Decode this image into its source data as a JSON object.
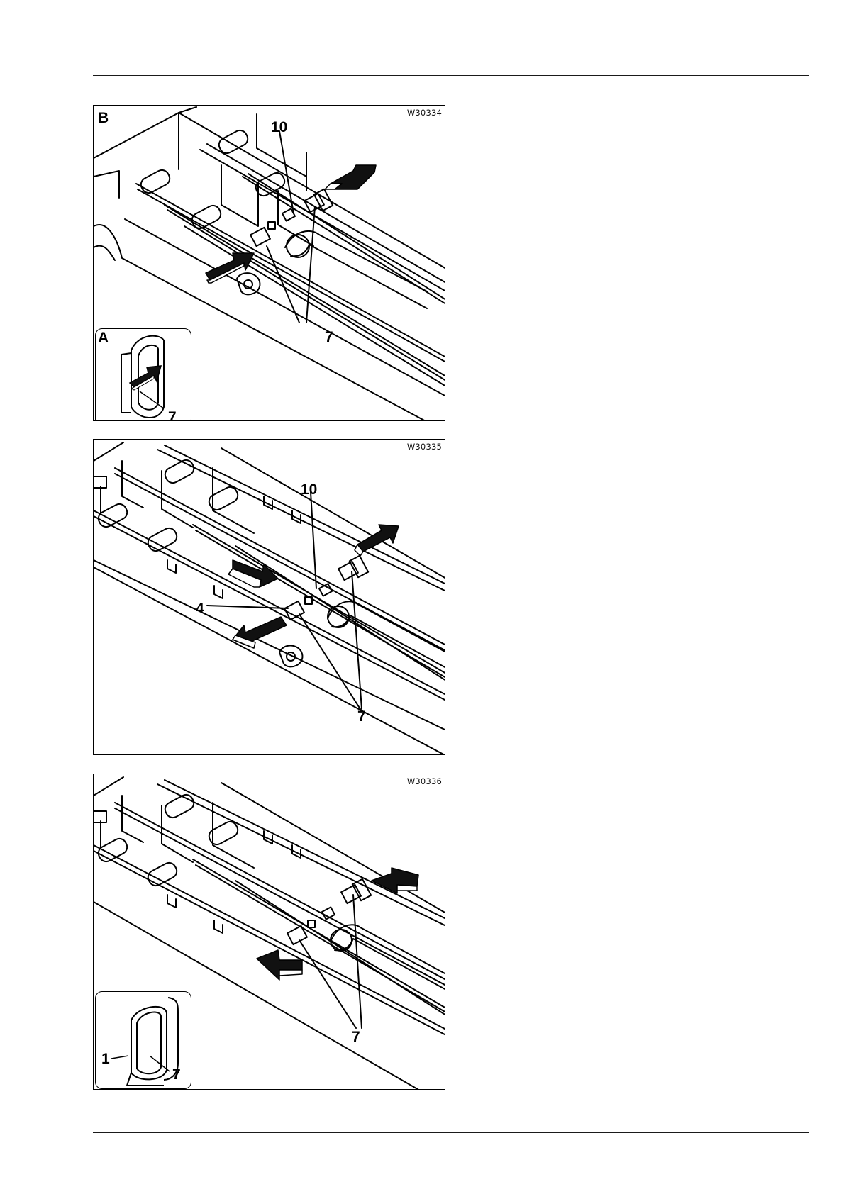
{
  "figures": [
    {
      "id": "W30334",
      "view_label": "B",
      "callouts": [
        "10",
        "7"
      ],
      "inset": {
        "view_label": "A",
        "callouts": [
          "7"
        ]
      }
    },
    {
      "id": "W30335",
      "callouts": [
        "10",
        "4",
        "7"
      ]
    },
    {
      "id": "W30336",
      "callouts": [
        "7"
      ],
      "inset": {
        "callouts": [
          "1",
          "7"
        ]
      }
    }
  ]
}
